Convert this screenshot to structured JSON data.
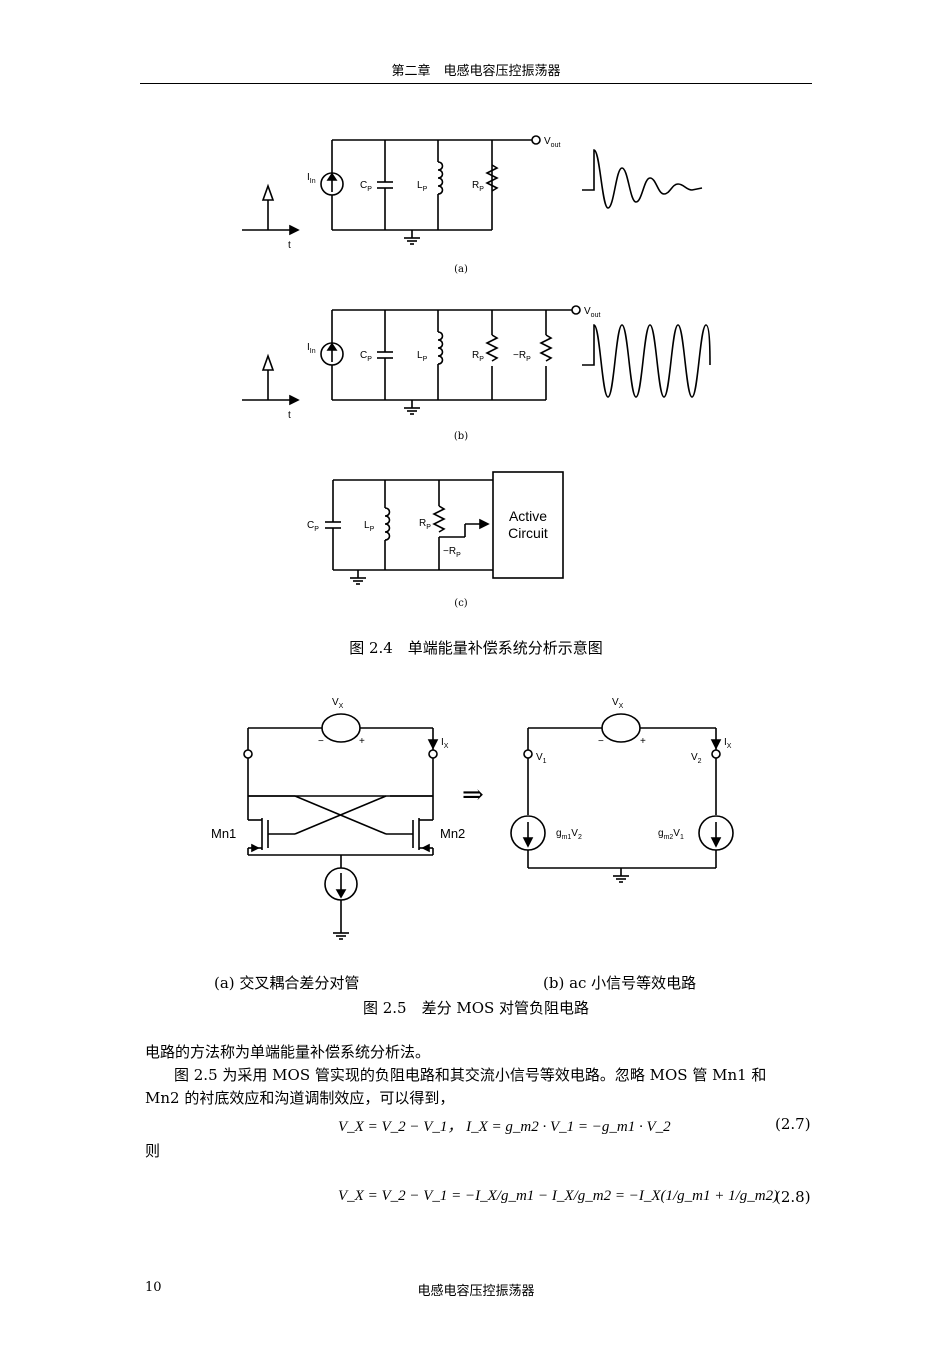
{
  "header": {
    "title": "第二章　电感电容压控振荡器"
  },
  "figure_2_4": {
    "sub_a": "(a)",
    "sub_b": "(b)",
    "sub_c": "(c)",
    "caption": "图 2.4　单端能量补偿系统分析示意图",
    "labels": {
      "vout": "V",
      "vout_sub": "out",
      "iin": "I",
      "iin_sub": "In",
      "cp": "C",
      "lp": "L",
      "rp": "R",
      "neg_rp": "−R",
      "p_sub": "P",
      "t": "t",
      "active_line1": "Active",
      "active_line2": "Circuit"
    }
  },
  "figure_2_5": {
    "sub_a": "(a) 交叉耦合差分对管",
    "sub_b": "(b) ac 小信号等效电路",
    "caption": "图 2.5　差分 MOS 对管负阻电路",
    "arrow": "⇒",
    "labels": {
      "vx": "V",
      "x_sub": "X",
      "ix": "I",
      "mn1": "Mn1",
      "mn2": "Mn2",
      "v1": "V",
      "one_sub": "1",
      "v2": "V",
      "two_sub": "2",
      "gm1v2_g": "g",
      "gm1v2_sub": "m1",
      "gm2v1_g": "g",
      "gm2v1_sub": "m2",
      "plus": "+",
      "minus": "−"
    }
  },
  "body": {
    "para1": "电路的方法称为单端能量补偿系统分析法。",
    "para2_line1": "图 2.5 为采用 MOS 管实现的负阻电路和其交流小信号等效电路。忽略 MOS 管 Mn1 和",
    "para2_line2": "Mn2 的衬底效应和沟道调制效应，可以得到，",
    "eq_2_7": "V_X = V_2 − V_1，  I_X = g_m2 · V_1 = −g_m1 · V_2",
    "eq_2_7_no": "(2.7)",
    "then": "则",
    "eq_2_8": "V_X = V_2 − V_1 = −I_X/g_m1 − I_X/g_m2 = −I_X(1/g_m1 + 1/g_m2)",
    "eq_2_8_no": "(2.8)"
  },
  "footer": {
    "page_number": "10",
    "title": "电感电容压控振荡器"
  }
}
